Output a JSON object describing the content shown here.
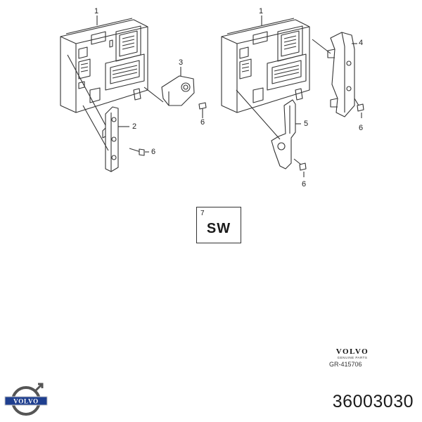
{
  "callouts": {
    "left_module": "1",
    "right_module": "1",
    "bracket_small": "3",
    "bracket_left": "2",
    "bracket_right": "4",
    "bracket_long": "5",
    "screw_a": "6",
    "screw_b": "6",
    "screw_c": "6",
    "screw_d": "6"
  },
  "software_box": {
    "number": "7",
    "label": "SW"
  },
  "brand": {
    "wordmark": "VOLVO",
    "subline": "GENUINE PARTS",
    "ref_code": "GR-415706"
  },
  "logo": {
    "wordmark": "VOLVO",
    "icon": "volvo-iron-mark-icon"
  },
  "part_number": "36003030",
  "colors": {
    "line": "#333333",
    "background": "#ffffff",
    "logo_blue": "#1f3f8f"
  }
}
